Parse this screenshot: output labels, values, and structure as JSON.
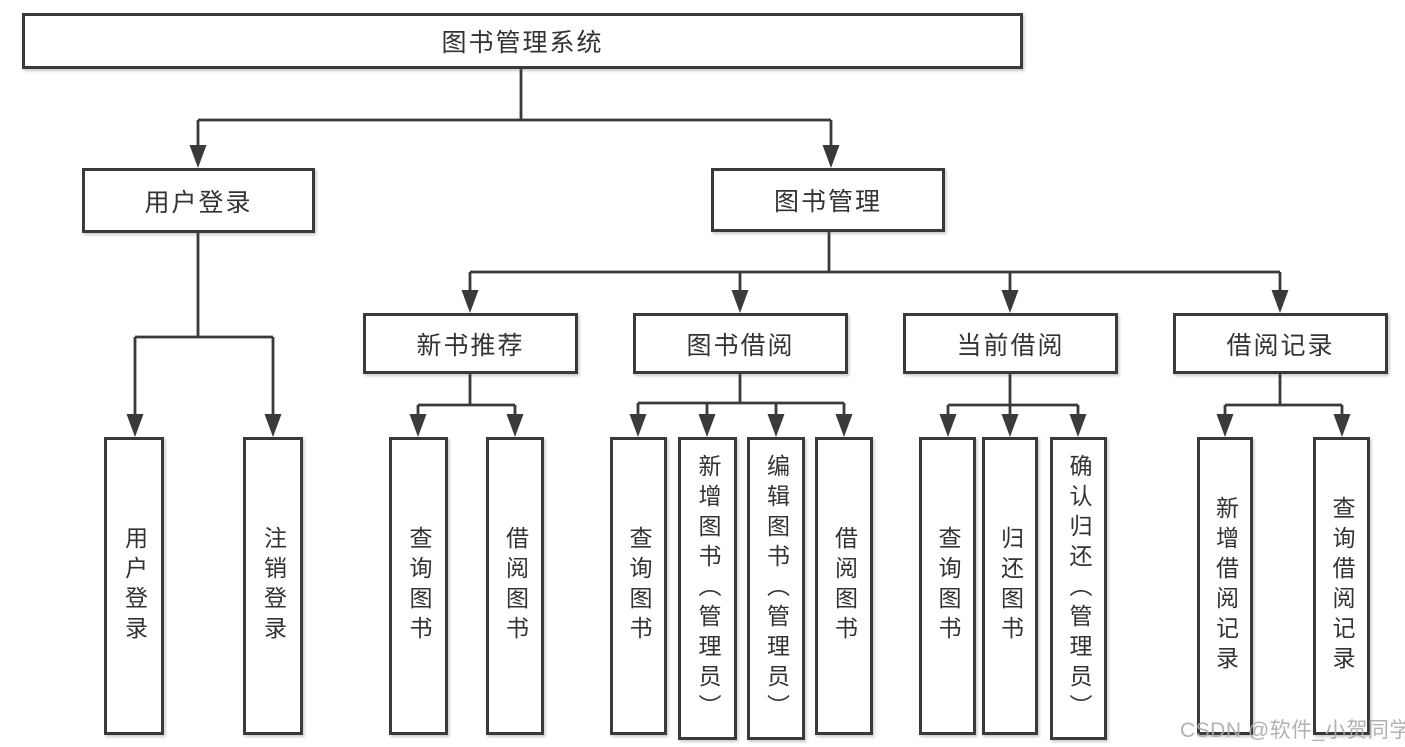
{
  "diagram": {
    "type": "hierarchy-flowchart",
    "root": {
      "label": "图书管理系统",
      "children": [
        {
          "label": "用户登录",
          "children": [
            {
              "label": "用户登录"
            },
            {
              "label": "注销登录"
            }
          ]
        },
        {
          "label": "图书管理",
          "children": [
            {
              "label": "新书推荐",
              "children": [
                {
                  "label": "查询图书"
                },
                {
                  "label": "借阅图书"
                }
              ]
            },
            {
              "label": "图书借阅",
              "children": [
                {
                  "label": "查询图书"
                },
                {
                  "label": "新增图书（管理员）"
                },
                {
                  "label": "编辑图书（管理员）"
                },
                {
                  "label": "借阅图书"
                }
              ]
            },
            {
              "label": "当前借阅",
              "children": [
                {
                  "label": "查询图书"
                },
                {
                  "label": "归还图书"
                },
                {
                  "label": "确认归还（管理员）"
                }
              ]
            },
            {
              "label": "借阅记录",
              "children": [
                {
                  "label": "新增借阅记录"
                },
                {
                  "label": "查询借阅记录"
                }
              ]
            }
          ]
        }
      ]
    }
  },
  "watermark": {
    "text": "CSDN @软件_小贺同学"
  },
  "colors": {
    "line": "#3a3a3a",
    "box_border": "#3a3a3a",
    "text": "#333333",
    "watermark": "#ababab",
    "background": "#ffffff"
  }
}
